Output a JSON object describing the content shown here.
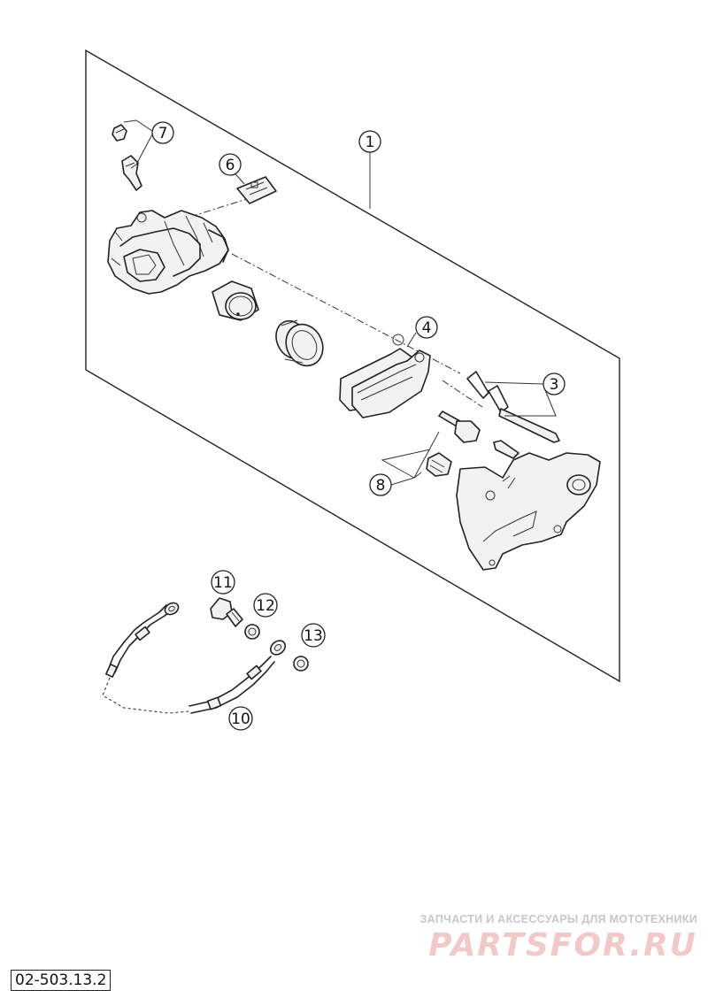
{
  "labels": {
    "p1": "1",
    "p3": "3",
    "p4": "4",
    "p6": "6",
    "p7": "7",
    "p8": "8",
    "p10": "10",
    "p11": "11",
    "p12": "12",
    "p13": "13"
  },
  "reference_code": "02-503.13.2",
  "watermark": {
    "subtitle": "ЗАПЧАСТИ И АКСЕССУАРЫ ДЛЯ МОТОТЕХНИКИ",
    "brand": "PARTSFOR.RU"
  }
}
